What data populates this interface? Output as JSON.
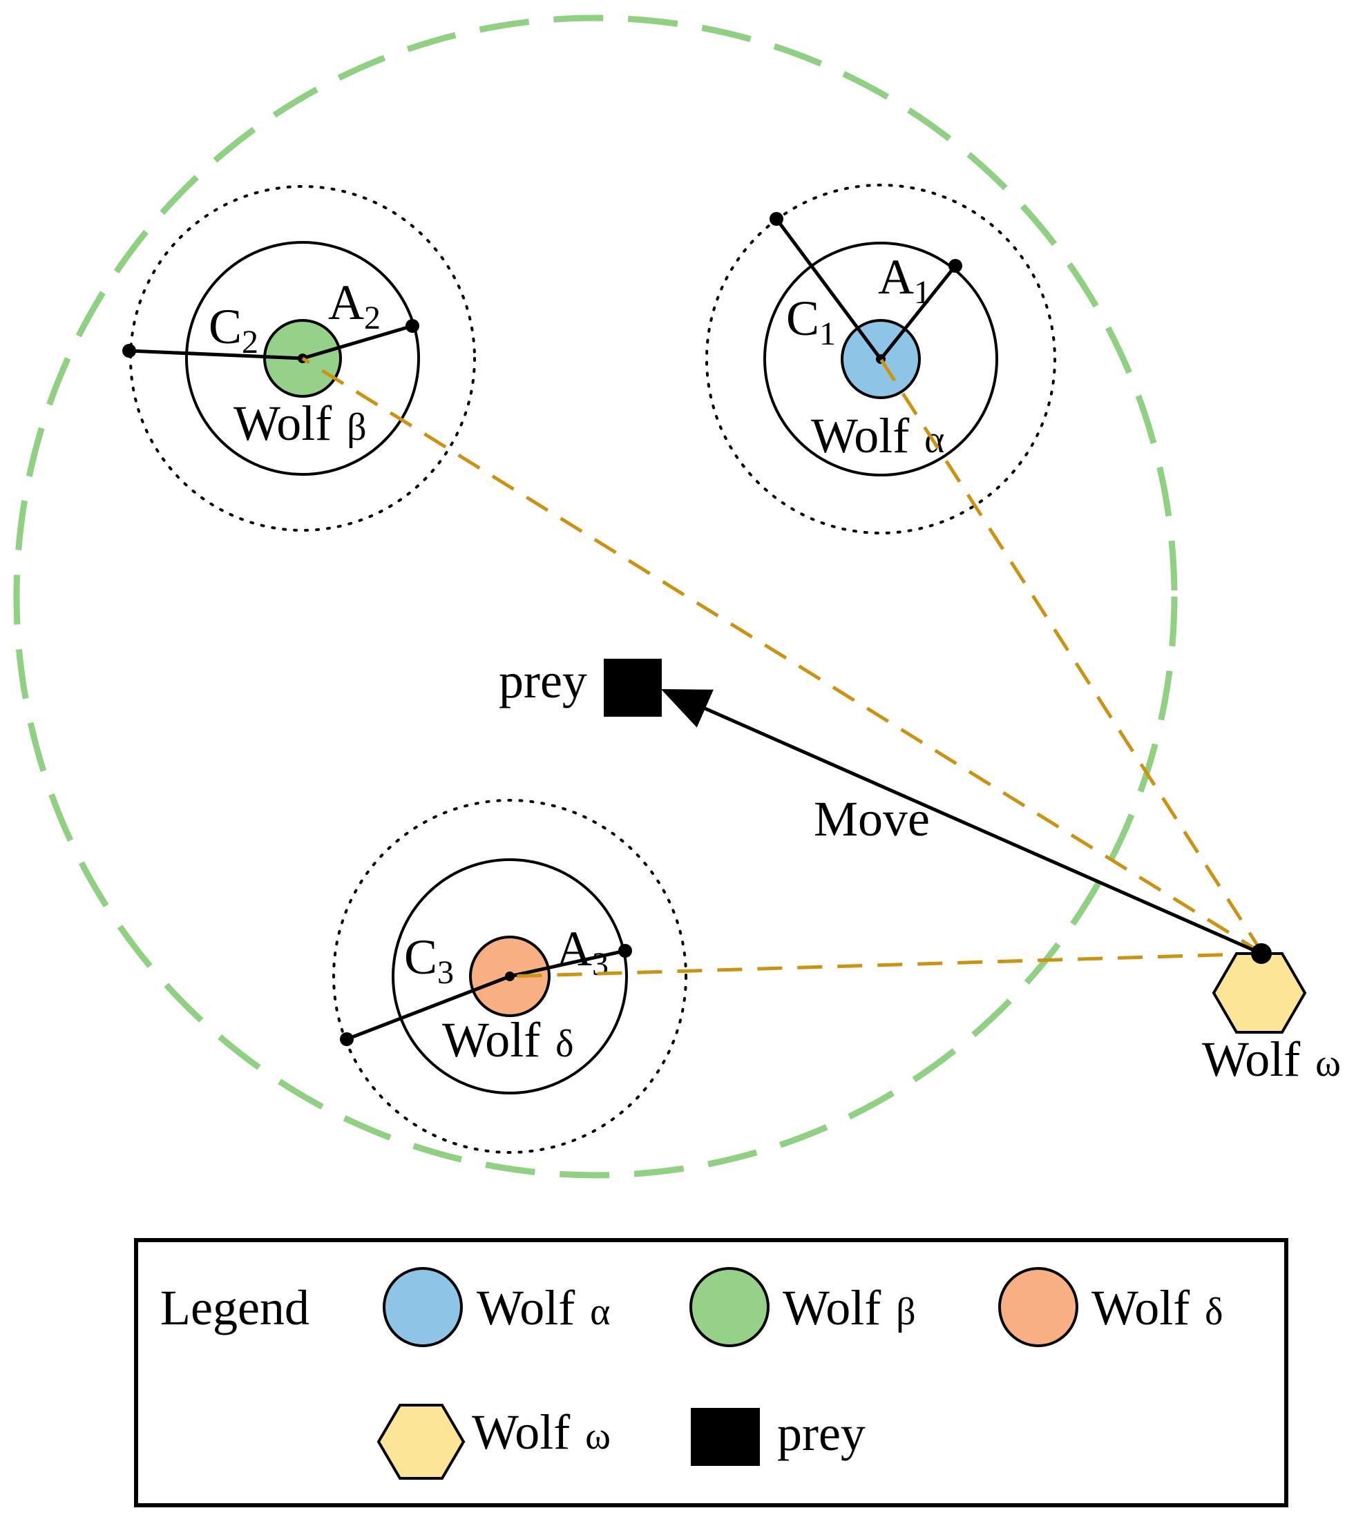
{
  "colors": {
    "alpha": "#8ec4e6",
    "beta": "#96d18a",
    "delta": "#f8b083",
    "omega": "#fde597",
    "prey": "#000000",
    "search_boundary": "#8fd082",
    "guide_line": "#cc9310",
    "stroke": "#000000"
  },
  "labels": {
    "wolf": "Wolf",
    "alpha_sym": "α",
    "beta_sym": "β",
    "delta_sym": "δ",
    "omega_sym": "ω",
    "prey": "prey",
    "move": "Move",
    "C": "C",
    "A": "A",
    "sub1": "1",
    "sub2": "2",
    "sub3": "3"
  },
  "legend": {
    "title": "Legend",
    "items": [
      {
        "shape": "circle",
        "name": "Wolf",
        "symbol": "α",
        "color_key": "alpha"
      },
      {
        "shape": "circle",
        "name": "Wolf",
        "symbol": "β",
        "color_key": "beta"
      },
      {
        "shape": "circle",
        "name": "Wolf",
        "symbol": "δ",
        "color_key": "delta"
      },
      {
        "shape": "hexagon",
        "name": "Wolf",
        "symbol": "ω",
        "color_key": "omega"
      },
      {
        "shape": "square",
        "name": "prey",
        "symbol": "",
        "color_key": "prey"
      }
    ]
  },
  "icons": {
    "alpha": "filled-circle",
    "beta": "filled-circle",
    "delta": "filled-circle",
    "omega": "hexagon",
    "prey": "filled-square",
    "move": "arrow"
  }
}
